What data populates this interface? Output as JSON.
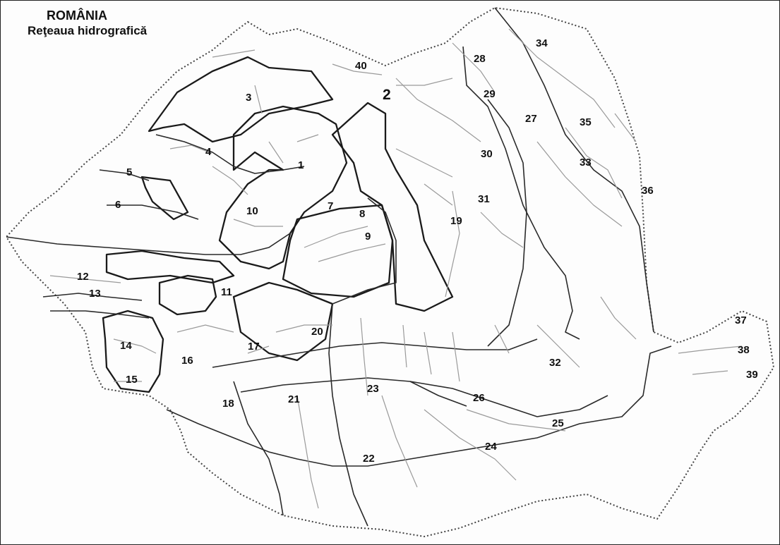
{
  "map": {
    "title_line1": "ROMÂNIA",
    "title_line2": "Reţeaua hidrografică",
    "labels": [
      "1",
      "2",
      "3",
      "4",
      "5",
      "6",
      "7",
      "8",
      "9",
      "10",
      "11",
      "12",
      "13",
      "14",
      "15",
      "16",
      "17",
      "18",
      "19",
      "20",
      "21",
      "22",
      "23",
      "24",
      "25",
      "26",
      "27",
      "28",
      "29",
      "30",
      "31",
      "32",
      "33",
      "34",
      "35",
      "36",
      "37",
      "38",
      "39",
      "40"
    ]
  },
  "colors": {
    "border": "#444444",
    "river": "#222222",
    "tributary": "#9a9a9a",
    "background": "#fdfdfd"
  }
}
